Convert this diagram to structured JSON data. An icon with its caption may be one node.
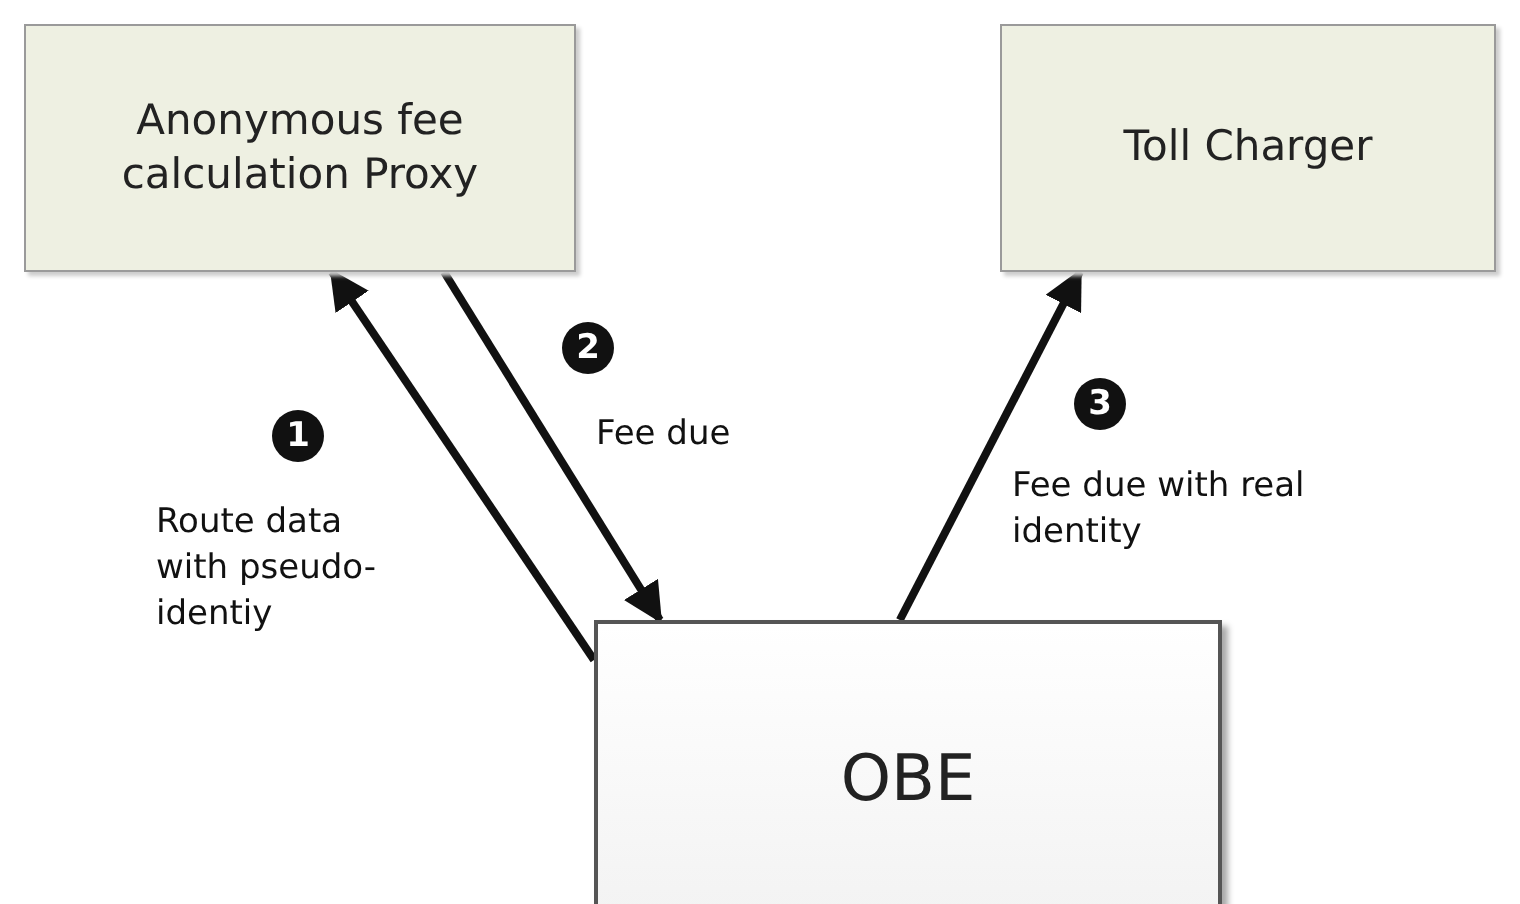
{
  "diagram": {
    "nodes": [
      {
        "text": [
          "Anonymous fee calculation Proxy"
        ]
      },
      {
        "text": [
          "Toll Charger"
        ]
      },
      {
        "text": [
          "OBE"
        ]
      }
    ],
    "edges": [
      {
        "from": 2,
        "to": 0,
        "arrow": "to",
        "label": "Route data with pseudo-identiy"
      },
      {
        "from": 0,
        "to": 2,
        "arrow": "to",
        "label": "Fee due"
      },
      {
        "from": 2,
        "to": 1,
        "arrow": "to",
        "label": "Fee due with real identity"
      }
    ],
    "labels": [
      "1",
      "2",
      "3"
    ]
  }
}
